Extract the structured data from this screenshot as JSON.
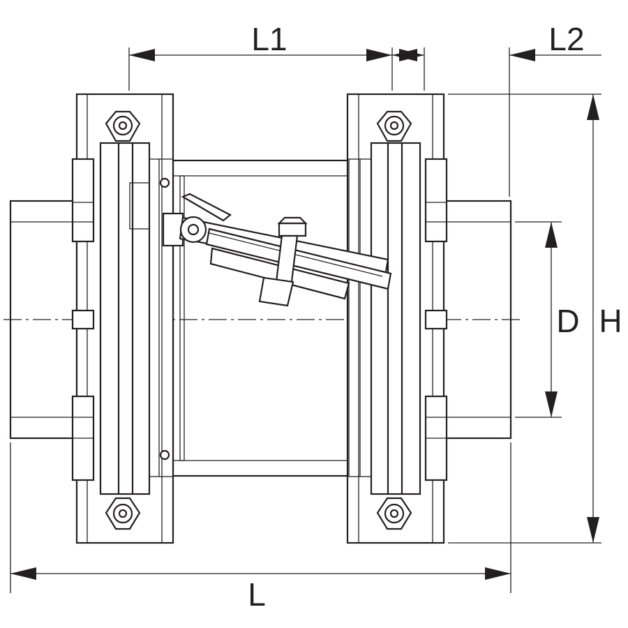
{
  "dimensions": {
    "L1": "L1",
    "L2": "L2",
    "L": "L",
    "D": "D",
    "H": "H"
  },
  "colors": {
    "line": "#231f20",
    "background": "#ffffff"
  }
}
